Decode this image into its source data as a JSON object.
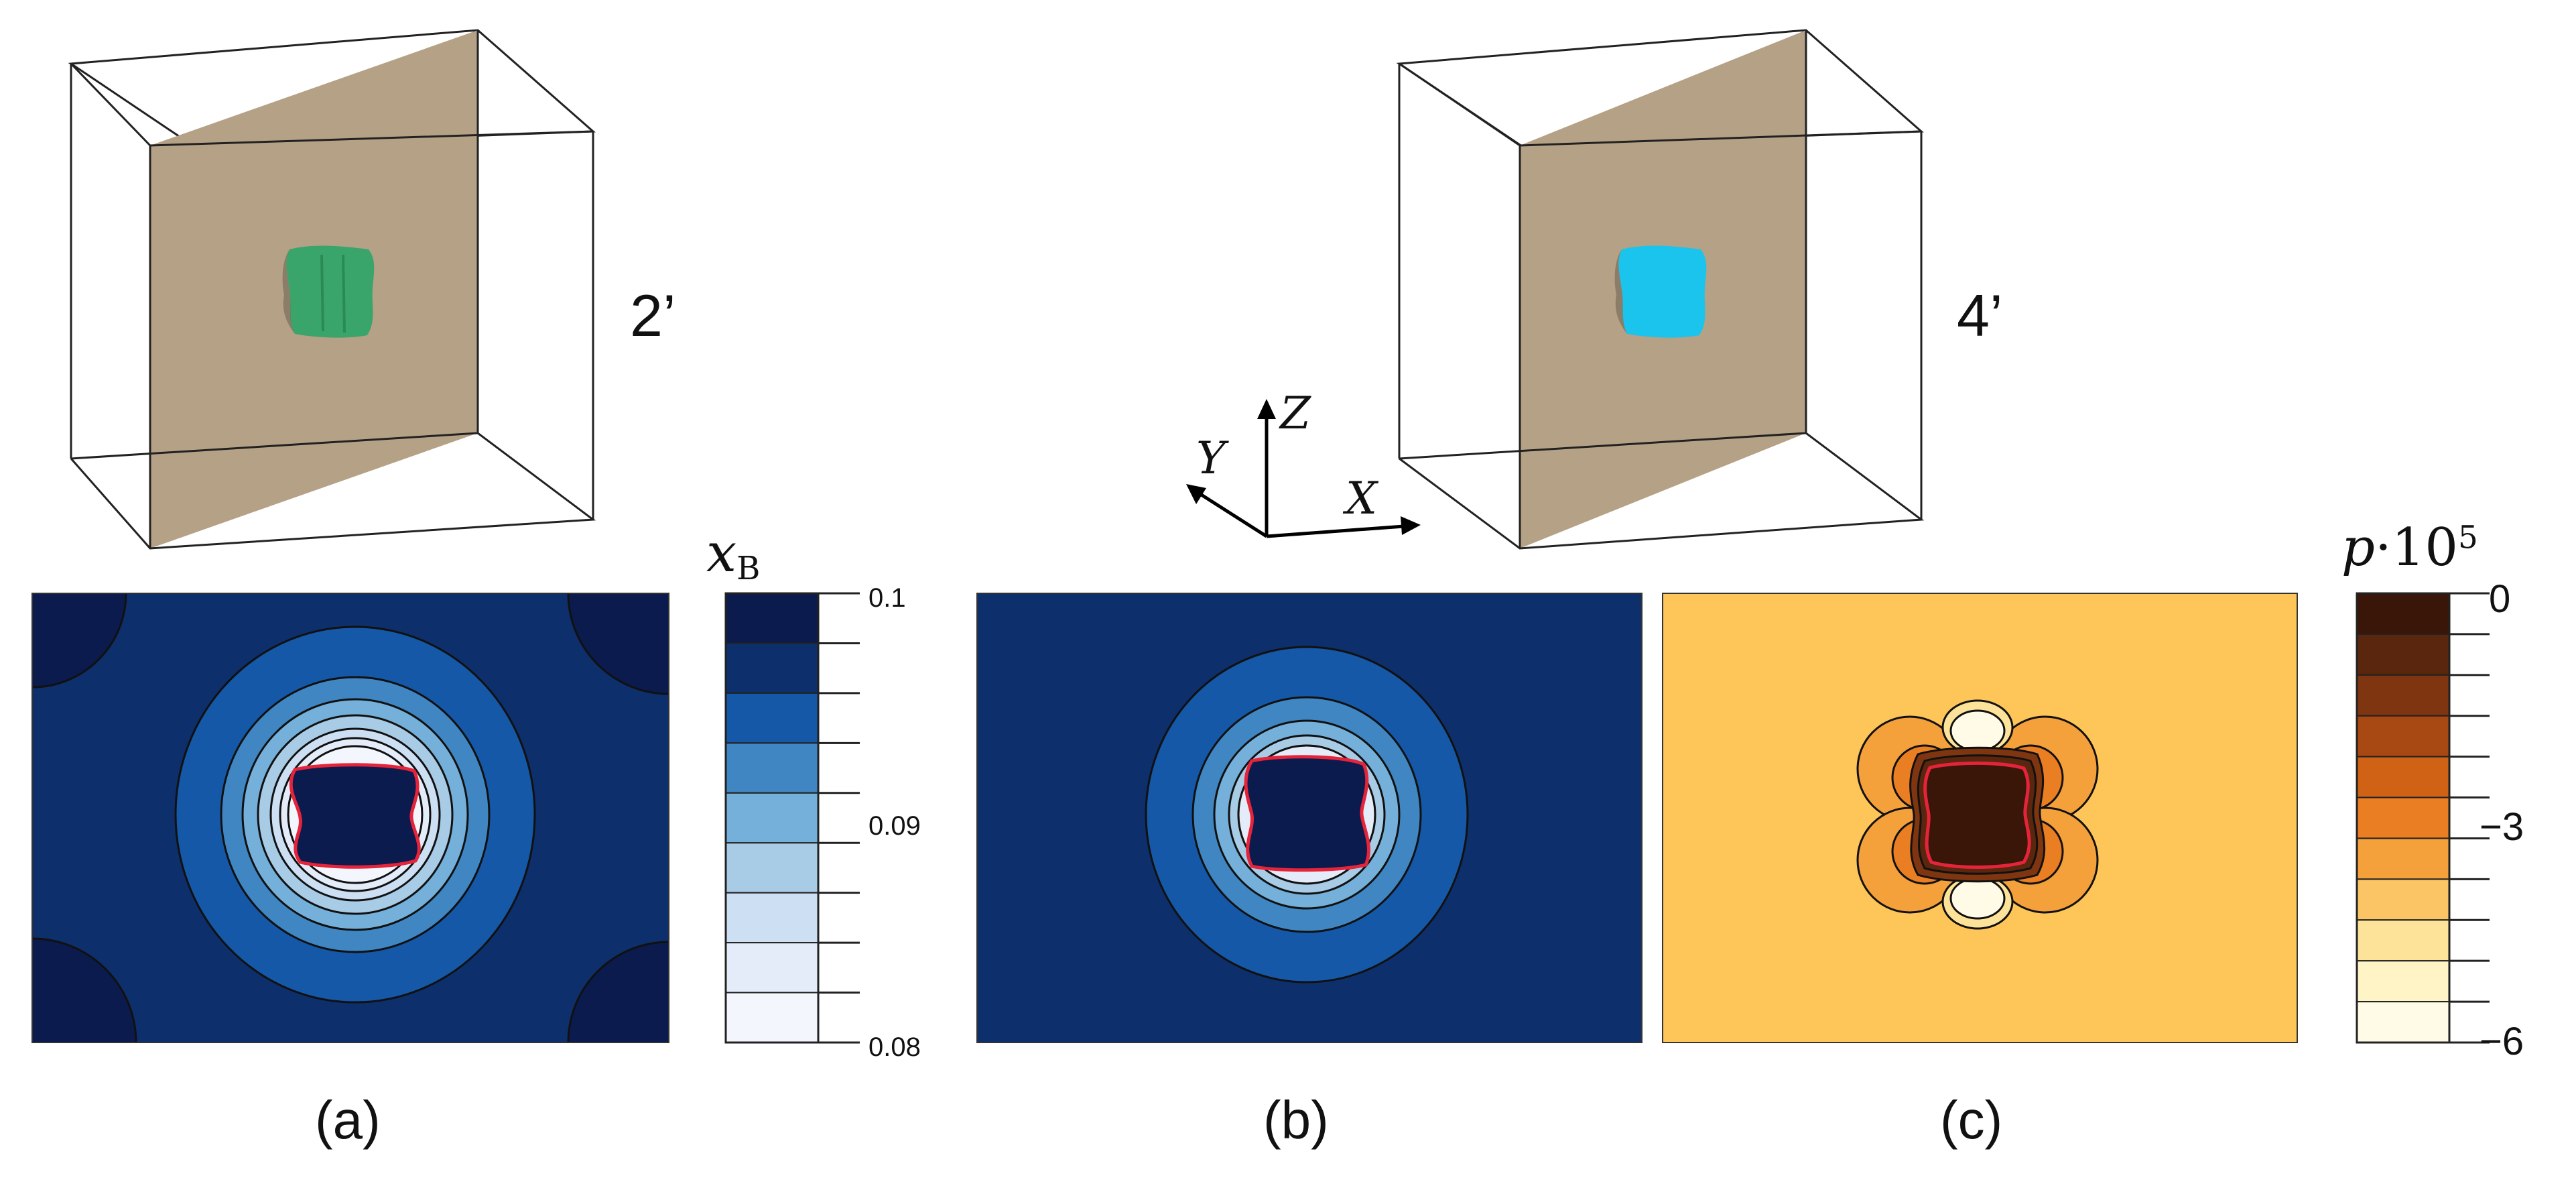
{
  "labels": {
    "state_a": "2’",
    "state_b": "4’",
    "panel_a": "(a)",
    "panel_b": "(b)",
    "panel_c": "(c)"
  },
  "axes": {
    "x": "X",
    "y": "Y",
    "z": "Z"
  },
  "colorbar_composition": {
    "symbol": "x",
    "subscript": "B",
    "ticks": [
      "0.1",
      "0.09",
      "0.08"
    ],
    "levels": [
      "#0b1b4d",
      "#0d2f6b",
      "#1558a8",
      "#3f86c3",
      "#74b0d9",
      "#a8cbe6",
      "#cddff2",
      "#e3ecf8",
      "#f3f7fd"
    ]
  },
  "colorbar_pressure": {
    "symbol": "p",
    "dot": "·",
    "base": "10",
    "exponent": "5",
    "ticks": [
      "0",
      "−3",
      "−6"
    ],
    "levels": [
      "#3a1608",
      "#5a260d",
      "#7e3510",
      "#a84812",
      "#cf6215",
      "#ea7e23",
      "#f4a13b",
      "#fbc566",
      "#fde39a",
      "#fef4c6",
      "#fffbe6"
    ]
  },
  "colors": {
    "plane": "#b5a185",
    "precipitate_2": "#3aa56b",
    "precipitate_4": "#1bc4ec",
    "matrix_dark": "#0d2f6b",
    "matrix_pressure": "#fec559",
    "interface": "#e5243b",
    "axis_arrow": "#000000"
  }
}
